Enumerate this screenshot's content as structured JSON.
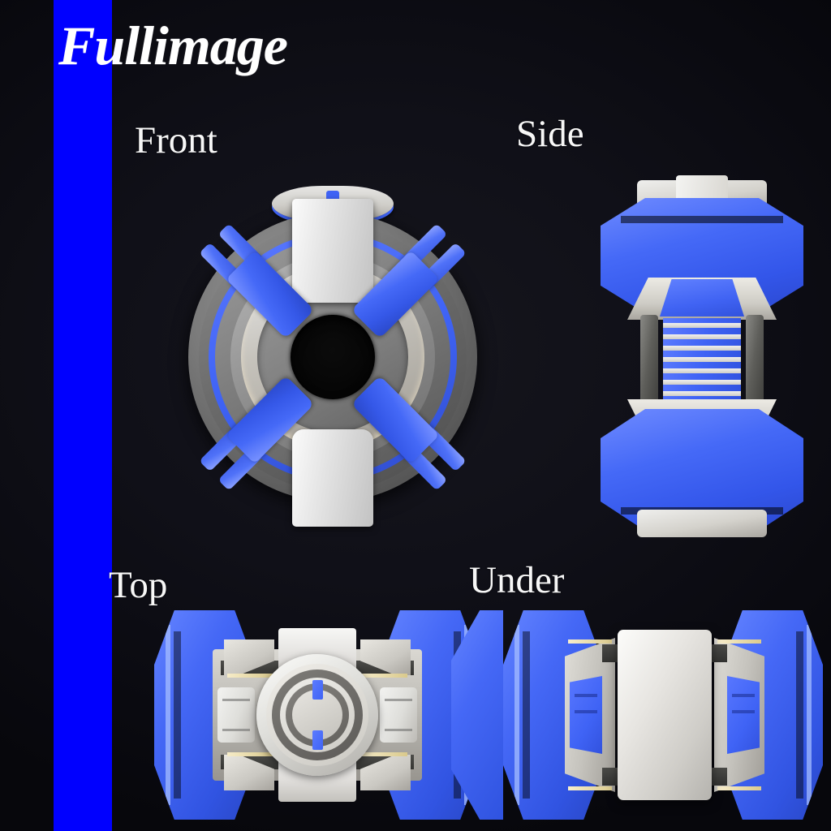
{
  "page": {
    "title": "Fullimage",
    "background_color": "#0b0b12",
    "accent_color": "#0000ff",
    "model_blue": "#3f63f5",
    "model_white": "#e6e6e4",
    "model_grey": "#7b7b7b"
  },
  "views": {
    "front": {
      "label": "Front"
    },
    "side": {
      "label": "Side"
    },
    "top": {
      "label": "Top"
    },
    "under": {
      "label": "Under"
    }
  }
}
